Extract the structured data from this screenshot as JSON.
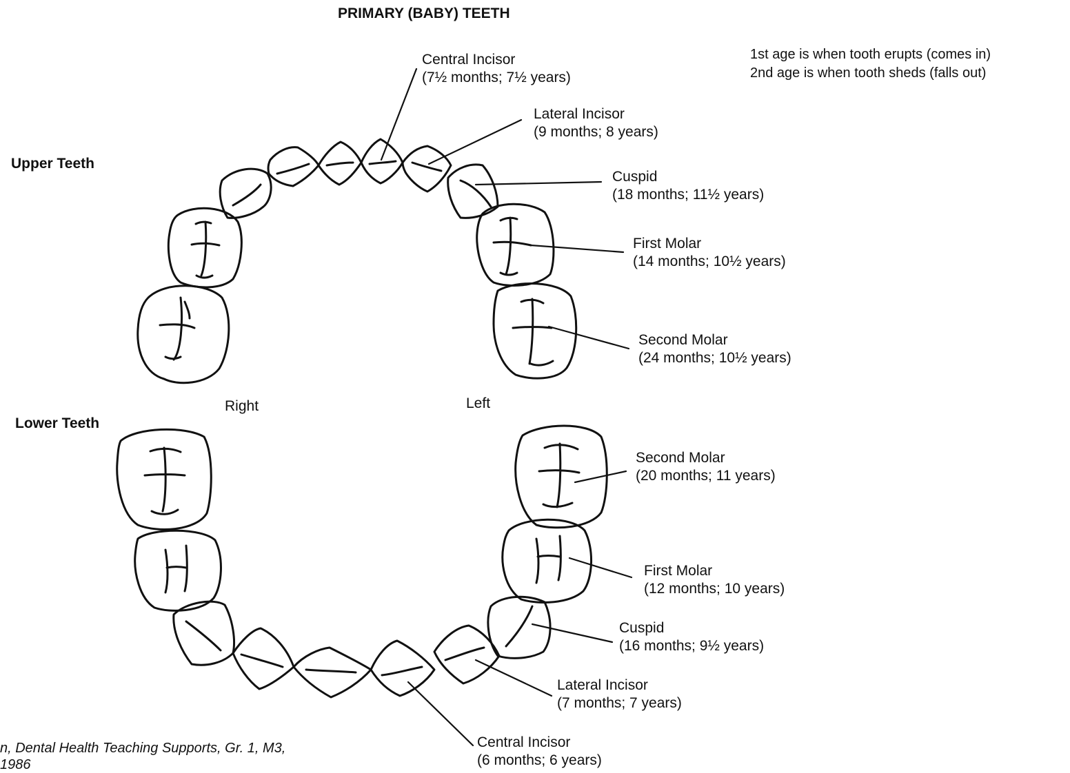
{
  "title": "PRIMARY (BABY) TEETH",
  "legend": {
    "line1": "1st age is when tooth erupts (comes in)",
    "line2": "2nd age is when tooth sheds (falls out)"
  },
  "sections": {
    "upper": "Upper Teeth",
    "lower": "Lower Teeth"
  },
  "sides": {
    "right": "Right",
    "left": "Left"
  },
  "upper_labels": [
    {
      "name": "Central Incisor",
      "ages": "(7½ months; 7½ years)"
    },
    {
      "name": "Lateral Incisor",
      "ages": "(9 months; 8 years)"
    },
    {
      "name": "Cuspid",
      "ages": "(18 months; 11½ years)"
    },
    {
      "name": "First Molar",
      "ages": "(14 months; 10½ years)"
    },
    {
      "name": "Second Molar",
      "ages": "(24 months; 10½ years)"
    }
  ],
  "lower_labels": [
    {
      "name": "Second Molar",
      "ages": "(20 months; 11 years)"
    },
    {
      "name": "First Molar",
      "ages": "(12 months; 10 years)"
    },
    {
      "name": "Cuspid",
      "ages": "(16 months; 9½ years)"
    },
    {
      "name": "Lateral Incisor",
      "ages": "(7 months; 7 years)"
    },
    {
      "name": "Central Incisor",
      "ages": "(6 months; 6 years)"
    }
  ],
  "credit": {
    "line1": "n, Dental Health Teaching Supports, Gr. 1, M3,",
    "line2": "1986"
  }
}
